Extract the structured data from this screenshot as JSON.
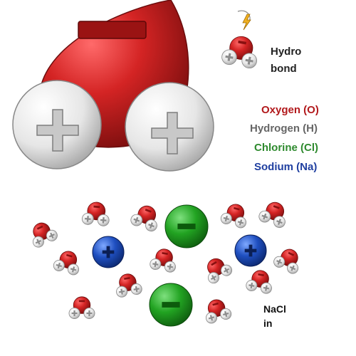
{
  "hydrogen_bond_label": {
    "line1": "Hydro",
    "line2": "bond"
  },
  "legend": [
    {
      "text": "Oxygen (O)",
      "color": "#b2191c"
    },
    {
      "text": "Hydrogen (H)",
      "color": "#666666"
    },
    {
      "text": "Chlorine (Cl)",
      "color": "#2e8a2e"
    },
    {
      "text": "Sodium (Na)",
      "color": "#1f3fa0"
    }
  ],
  "solution_label": {
    "line1": "NaCl",
    "line2": "in"
  },
  "colors": {
    "oxygen": "#d42424",
    "hydrogen": "#f2f2f2",
    "chloride": "#22a322",
    "sodium": "#1f4fc0"
  },
  "icons": [
    "plus-sign-icon",
    "minus-sign-icon",
    "lightning-bolt-icon"
  ]
}
